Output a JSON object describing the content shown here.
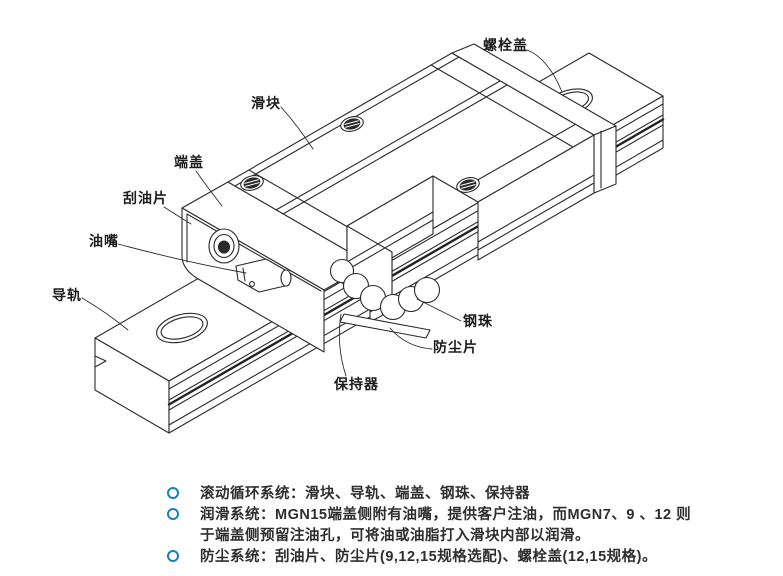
{
  "diagram": {
    "description": "isometric cutaway drawing of a miniature linear guideway (rail, block, end caps, balls)",
    "labels": [
      {
        "id": "bolt-cover",
        "text": "螺栓盖"
      },
      {
        "id": "slider-block",
        "text": "滑块"
      },
      {
        "id": "end-cap",
        "text": "端盖"
      },
      {
        "id": "oil-scraper",
        "text": "刮油片"
      },
      {
        "id": "grease-nipple",
        "text": "油嘴"
      },
      {
        "id": "rail",
        "text": "导轨"
      },
      {
        "id": "steel-ball",
        "text": "钢珠"
      },
      {
        "id": "dust-sheet",
        "text": "防尘片"
      },
      {
        "id": "retainer",
        "text": "保持器"
      }
    ]
  },
  "notes": {
    "bullet_icon": "ring-bullet",
    "bullet_color": "#1580c0",
    "text_color": "#2e2e2e",
    "line_color": "#2a2a2a",
    "items": [
      {
        "bullet": true,
        "text": "滚动循环系统：滑块、导轨、端盖、钢珠、保持器"
      },
      {
        "bullet": true,
        "text": "润滑系统：MGN15端盖侧附有油嘴，提供客户注油，而MGN7、9 、12 则"
      },
      {
        "bullet": false,
        "text": "于端盖侧预留注油孔，可将油或油脂打入滑块内部以润滑。"
      },
      {
        "bullet": true,
        "text": "防尘系统：刮油片、防尘片(9,12,15规格选配)、螺栓盖(12,15规格)。"
      }
    ]
  }
}
